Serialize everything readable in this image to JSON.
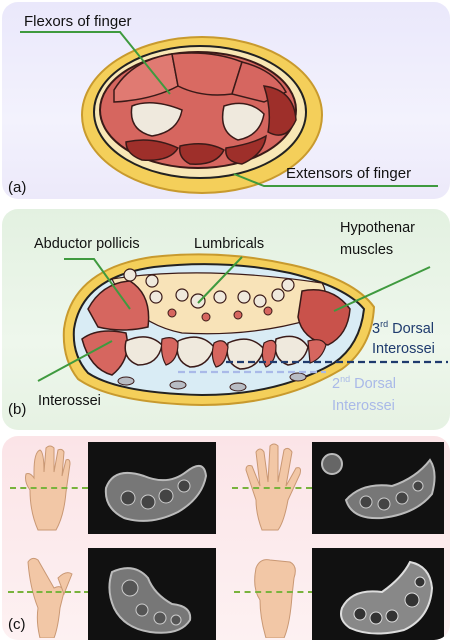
{
  "panel_a": {
    "tag": "(a)",
    "label_flexors": "Flexors of finger",
    "label_extensors": "Extensors of finger"
  },
  "panel_b": {
    "tag": "(b)",
    "label_abductor": "Abductor pollicis",
    "label_lumbricals": "Lumbricals",
    "label_hypothenar_line1": "Hypothenar",
    "label_hypothenar_line2": "muscles",
    "label_3rd_num": "3",
    "label_3rd_sup": "rd",
    "label_3rd_word": "Dorsal",
    "label_3rd_line2": "Interossei",
    "label_2nd_num": "2",
    "label_2nd_sup": "nd",
    "label_2nd_word": "Dorsal",
    "label_2nd_line2": "Interossei",
    "label_interossei": "Interossei"
  },
  "panel_c": {
    "tag": "(c)"
  },
  "colors": {
    "muscle": "#d6665f",
    "muscle_dark": "#9e2f2a",
    "fat": "#f4cf5a",
    "bone": "#efe9dd",
    "pointer_line": "#3f9a3f",
    "dashed_guide": "#79b33d",
    "navy_dash": "#1f3b6e",
    "light_dash": "#a9b9e8"
  }
}
